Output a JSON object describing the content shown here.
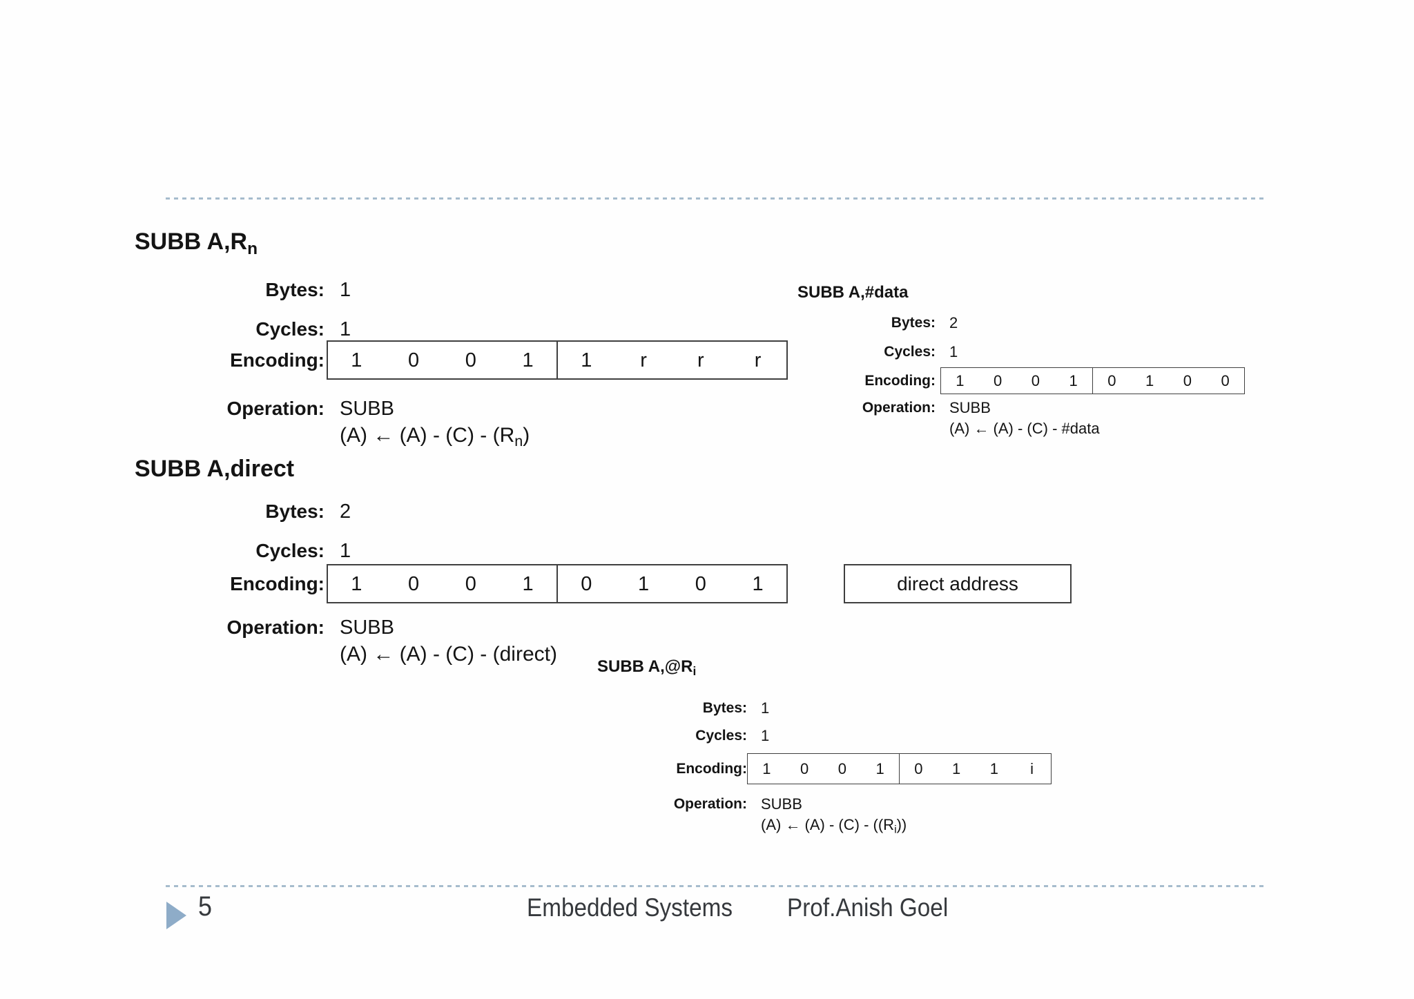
{
  "colors": {
    "dashed_divider": "#a6bccd",
    "box_border": "#3f3f3f",
    "footer_arrow": "#8eacc8",
    "footer_text": "#36393d"
  },
  "labels": {
    "bytes": "Bytes:",
    "cycles": "Cycles:",
    "encoding": "Encoding:",
    "operation": "Operation:"
  },
  "blocks": [
    {
      "title_main": "SUBB A,R",
      "title_sub": "n",
      "bytes": "1",
      "cycles": "1",
      "bits": [
        "1",
        "0",
        "0",
        "1",
        "1",
        "r",
        "r",
        "r"
      ],
      "mnemonic": "SUBB",
      "formula_pre": "(A) ← (A) - (C) - (R",
      "formula_sub": "n",
      "formula_post": ")"
    },
    {
      "title_main": "SUBB A,#data",
      "title_sub": "",
      "bytes": "2",
      "cycles": "1",
      "bits": [
        "1",
        "0",
        "0",
        "1",
        "0",
        "1",
        "0",
        "0"
      ],
      "mnemonic": "SUBB",
      "formula_pre": "(A) ← (A) - (C) - #data",
      "formula_sub": "",
      "formula_post": ""
    },
    {
      "title_main": "SUBB A,direct",
      "title_sub": "",
      "bytes": "2",
      "cycles": "1",
      "bits": [
        "1",
        "0",
        "0",
        "1",
        "0",
        "1",
        "0",
        "1"
      ],
      "direct_address_label": "direct address",
      "mnemonic": "SUBB",
      "formula_pre": "(A) ← (A) - (C) - (direct)",
      "formula_sub": "",
      "formula_post": ""
    },
    {
      "title_main": "SUBB A,@R",
      "title_sub": "i",
      "bytes": "1",
      "cycles": "1",
      "bits": [
        "1",
        "0",
        "0",
        "1",
        "0",
        "1",
        "1",
        "i"
      ],
      "mnemonic": "SUBB",
      "formula_pre": "(A) ← (A) - (C) - ((R",
      "formula_sub": "i",
      "formula_post": "))"
    }
  ],
  "footer": {
    "page_number": "5",
    "course": "Embedded Systems",
    "author": "Prof.Anish Goel"
  }
}
